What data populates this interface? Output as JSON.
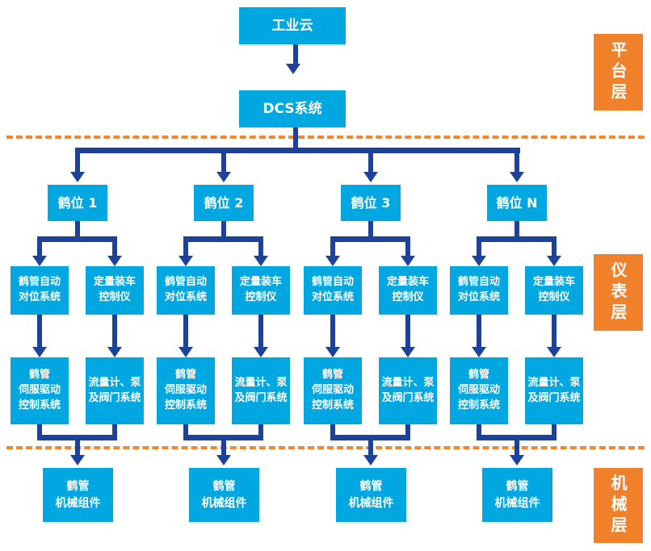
{
  "colors": {
    "cyan": "#00a7e1",
    "navy": "#1c429b",
    "orange": "#f0802a",
    "dash-orange": "#f5872b",
    "white": "#ffffff"
  },
  "platform": {
    "cloud": "工业云",
    "dcs": "DCS系统"
  },
  "layers": {
    "platform_label": "平台层",
    "instrument_label": "仪表层",
    "mechanical_label": "机械层"
  },
  "branches": [
    {
      "station": "鹤位 1",
      "auto_align": "鹤管自动\n对位系统",
      "loading_controller": "定量装车\n控制仪",
      "servo_drive": "鹤管\n伺服驱动\n控制系统",
      "flow_pump_valve": "流量计、泵\n及阀门系统",
      "mechanical": "鹤管\n机械组件"
    },
    {
      "station": "鹤位 2",
      "auto_align": "鹤管自动\n对位系统",
      "loading_controller": "定量装车\n控制仪",
      "servo_drive": "鹤管\n伺服驱动\n控制系统",
      "flow_pump_valve": "流量计、泵\n及阀门系统",
      "mechanical": "鹤管\n机械组件"
    },
    {
      "station": "鹤位 3",
      "auto_align": "鹤管自动\n对位系统",
      "loading_controller": "定量装车\n控制仪",
      "servo_drive": "鹤管\n伺服驱动\n控制系统",
      "flow_pump_valve": "流量计、泵\n及阀门系统",
      "mechanical": "鹤管\n机械组件"
    },
    {
      "station": "鹤位 N",
      "auto_align": "鹤管自动\n对位系统",
      "loading_controller": "定量装车\n控制仪",
      "servo_drive": "鹤管\n伺服驱动\n控制系统",
      "flow_pump_valve": "流量计、泵\n及阀门系统",
      "mechanical": "鹤管\n机械组件"
    }
  ]
}
